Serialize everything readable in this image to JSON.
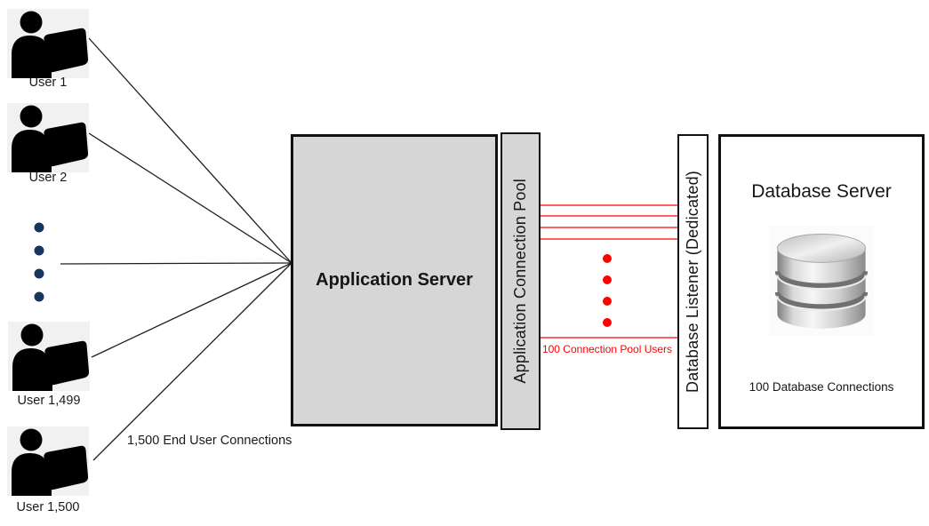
{
  "diagram": {
    "users": [
      {
        "label": "User 1"
      },
      {
        "label": "User 2"
      },
      {
        "label": "User 1,499"
      },
      {
        "label": "User 1,500"
      }
    ],
    "labels": {
      "end_user_connections": "1,500 End User Connections",
      "pool_users": "100 Connection Pool Users"
    },
    "app_server": {
      "title": "Application Server"
    },
    "connection_pool": {
      "title": "Application Connection Pool"
    },
    "listener": {
      "title": "Database Listener (Dedicated)"
    },
    "db_server": {
      "title": "Database Server",
      "caption": "100 Database Connections"
    },
    "colors": {
      "box_fill_gray": "#d6d6d6",
      "box_border": "#111111",
      "connector_black": "#1f1f1f",
      "connector_red": "#fe0000",
      "user_dot_navy": "#17365d",
      "icon_bg": "#f1f1f1"
    }
  }
}
